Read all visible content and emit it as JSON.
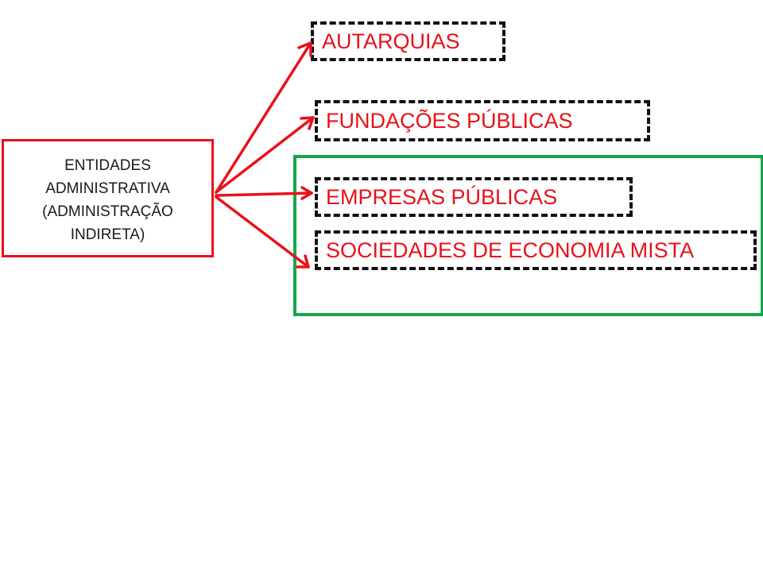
{
  "source": {
    "label": "ENTIDADES\nADMINISTRATIVA\n(ADMINISTRAÇÃO\nINDIRETA)"
  },
  "targets": [
    "AUTARQUIAS",
    "FUNDAÇÕES PÚBLICAS",
    "EMPRESAS PÚBLICAS",
    "SOCIEDADES DE ECONOMIA MISTA"
  ],
  "colors": {
    "arrow": "#e8111a",
    "source_border": "#e8111a",
    "target_text": "#e8111a",
    "target_border": "#111111",
    "group_frame": "#16a74a"
  }
}
